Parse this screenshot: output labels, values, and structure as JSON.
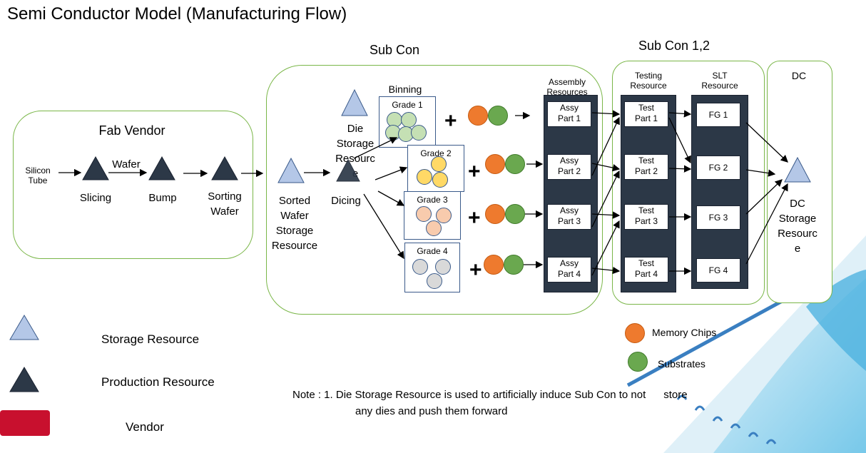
{
  "title": "Semi Conductor Model (Manufacturing Flow)",
  "groups": {
    "fab_vendor": "Fab Vendor",
    "sub_con": "Sub Con",
    "sub_con_12": "Sub Con 1,2",
    "dc": "DC"
  },
  "fab": {
    "silicon": "Silicon\nTube",
    "wafer": "Wafer",
    "slicing": "Slicing",
    "bump": "Bump",
    "sorting": "Sorting\nWafer"
  },
  "subcon": {
    "sorted": "Sorted\nWafer\nStorage\nResource",
    "die_storage": "Die\nStorage\nResourc\ne",
    "dicing": "Dicing",
    "binning": "Binning",
    "grades": [
      "Grade 1",
      "Grade 2",
      "Grade 3",
      "Grade 4"
    ],
    "grade_colors": [
      "#c5e0b4",
      "#ffd966",
      "#f8cbad",
      "#d9d9d9"
    ],
    "assembly_header": "Assembly\nResources",
    "assy": [
      "Assy\nPart 1",
      "Assy\nPart 2",
      "Assy\nPart 3",
      "Assy\nPart 4"
    ]
  },
  "subcon12": {
    "testing_header": "Testing\nResource",
    "slt_header": "SLT\nResource",
    "test": [
      "Test\nPart 1",
      "Test\nPart 2",
      "Test\nPart 3",
      "Test\nPart 4"
    ],
    "fg": [
      "FG 1",
      "FG 2",
      "FG 3",
      "FG 4"
    ]
  },
  "dc": {
    "storage": "DC\nStorage\nResourc\ne"
  },
  "legend": {
    "storage": "Storage Resource",
    "production": "Production Resource",
    "vendor": "Vendor",
    "memory": "Memory Chips",
    "substrates": "Substrates"
  },
  "note": {
    "line1": "Note : 1. Die Storage Resource is used to artificially induce Sub Con to not      store",
    "line2": "any dies and push them forward"
  },
  "colors": {
    "storage": "#b4c7e7",
    "production": "#2c3847",
    "vendor": "#c8102e",
    "group_border": "#7ab648",
    "group_title": "#e8191f",
    "memory": "#ee7a2e",
    "substrate": "#6aa84f"
  }
}
